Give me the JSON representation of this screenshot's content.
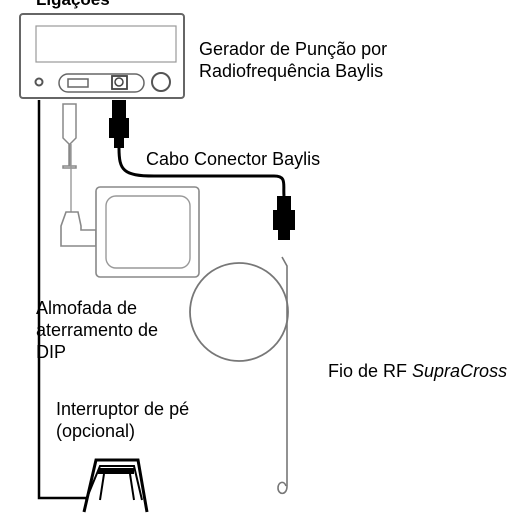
{
  "title": "Ligações",
  "labels": {
    "generator_line1": "Gerador de Punção por",
    "generator_line2": "Radiofrequência Baylis",
    "connector_cable": "Cabo Conector Baylis",
    "pad_line1": "Almofada de",
    "pad_line2": "aterramento de",
    "pad_line3": "DIP",
    "wire_prefix": "Fio de RF ",
    "wire_name": "SupraCross",
    "footswitch_line1": "Interruptor de pé",
    "footswitch_line2": "(opcional)"
  },
  "icons": [
    "rf-generator-icon",
    "connector-cable-icon",
    "grounding-pad-icon",
    "rf-wire-coil-icon",
    "footswitch-icon"
  ],
  "colors": {
    "line": "#000000",
    "outline": "#666666",
    "background": "#ffffff"
  }
}
